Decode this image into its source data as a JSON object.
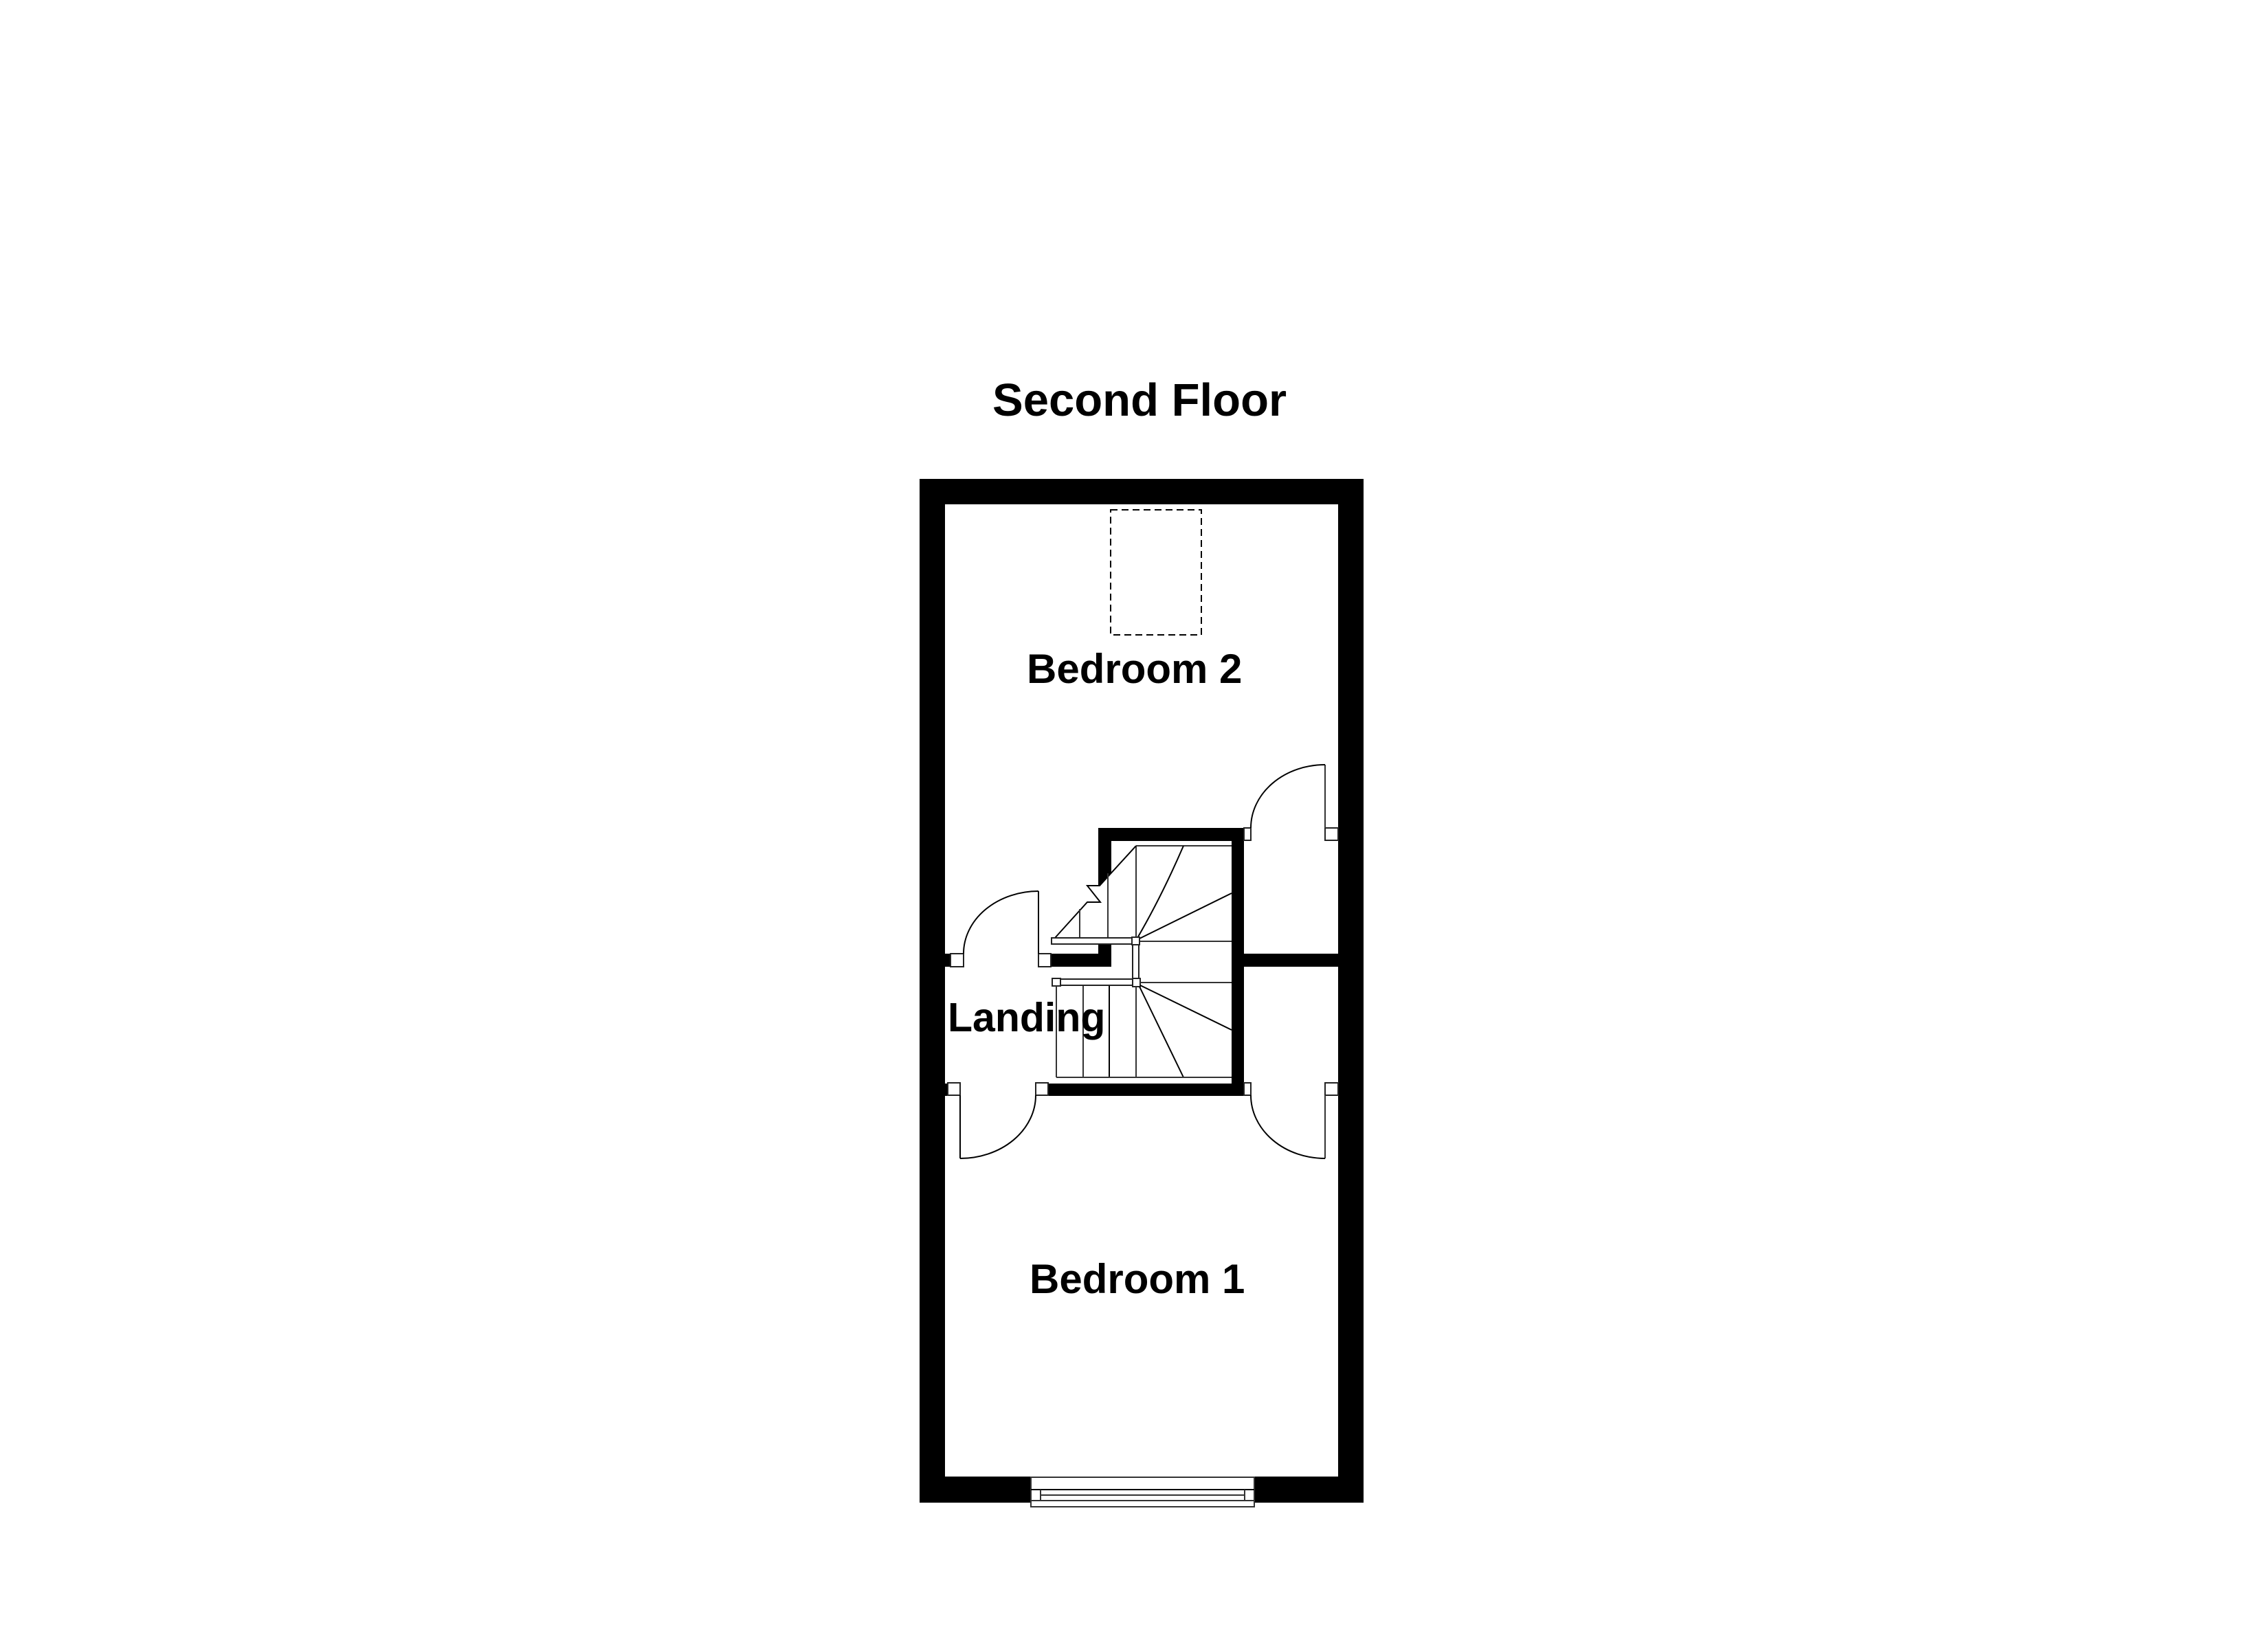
{
  "plan": {
    "title": "Second Floor",
    "rooms": [
      {
        "name": "Bedroom 2"
      },
      {
        "name": "Landing"
      },
      {
        "name": "Bedroom 1"
      }
    ],
    "features": {
      "skylight": "skylight",
      "staircase": "winder staircase",
      "window": "window",
      "doors": 4
    },
    "colors": {
      "wall": "#000000",
      "background": "#ffffff",
      "line": "#333333"
    }
  }
}
